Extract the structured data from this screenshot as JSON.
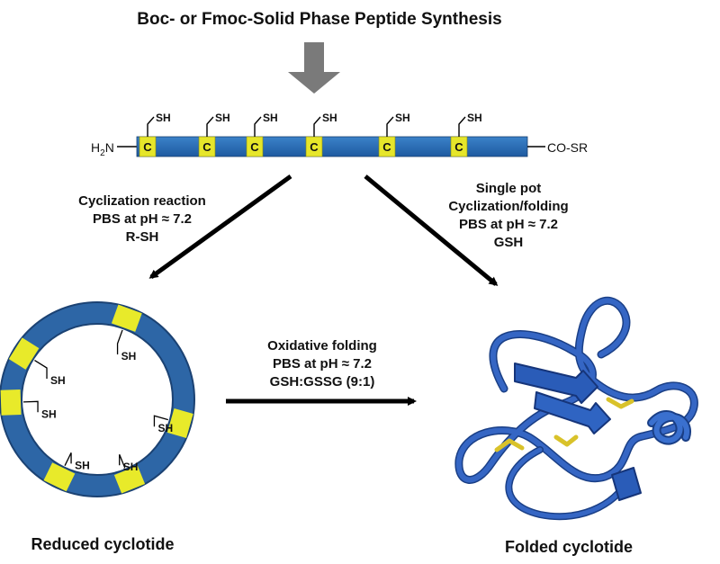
{
  "title": "Boc- or Fmoc-Solid Phase Peptide Synthesis",
  "linear_peptide": {
    "n_terminus": "H",
    "n_terminus_subscript": "2",
    "n_terminus_suffix": "N",
    "c_terminus": "CO-SR",
    "cysteine_label": "C",
    "thiol_label": "SH",
    "colors": {
      "backbone": "#2a6db5",
      "cysteine": "#e6e62a"
    }
  },
  "left_conditions": [
    "Cyclization reaction",
    "PBS at pH ≈ 7.2",
    "R-SH"
  ],
  "right_conditions": [
    "Single pot",
    "Cyclization/folding",
    "PBS at pH ≈ 7.2",
    "GSH"
  ],
  "middle_conditions": [
    "Oxidative folding",
    "PBS at pH ≈ 7.2",
    "GSH:GSSG (9:1)"
  ],
  "reduced_label": "Reduced cyclotide",
  "folded_label": "Folded cyclotide",
  "ring_thiol_label": "SH",
  "colors": {
    "ring": "#2a5d95",
    "ring_dark": "#1d4575",
    "disulfide": "#d9c22a",
    "protein": "#2a5cb8",
    "arrow": "#000000",
    "down_arrow": "#7a7a7a"
  }
}
